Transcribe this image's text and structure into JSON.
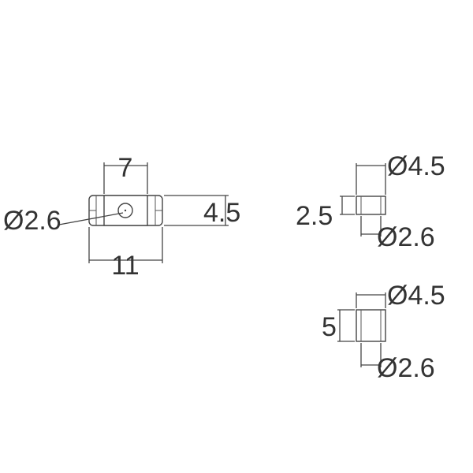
{
  "colors": {
    "line": "#444444",
    "text": "#333333",
    "background": "#ffffff"
  },
  "front_view": {
    "label_width_inner": "7",
    "label_height": "4.5",
    "label_hole": "Ø2.6",
    "label_width_total": "11"
  },
  "short_bushing": {
    "label_outer_diameter": "Ø4.5",
    "label_length": "2.5",
    "label_inner_diameter": "Ø2.6"
  },
  "long_bushing": {
    "label_outer_diameter": "Ø4.5",
    "label_length": "5",
    "label_inner_diameter": "Ø2.6"
  }
}
